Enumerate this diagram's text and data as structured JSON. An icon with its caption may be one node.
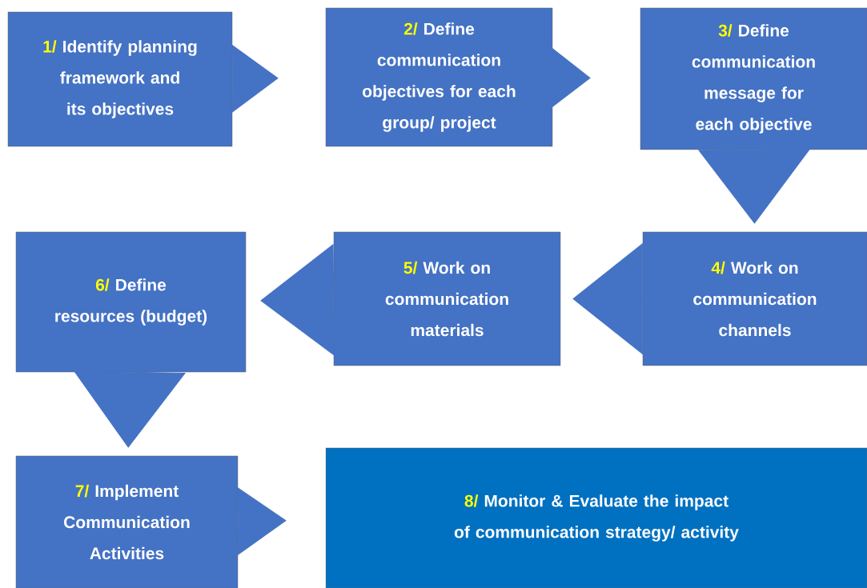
{
  "diagram": {
    "nodes": [
      {
        "text": [
          "1/",
          "Identify planning framework and its objectives"
        ]
      },
      {
        "text": [
          "2/",
          "Define communication objectives for each group/ project"
        ]
      },
      {
        "text": [
          "3/",
          "Define communication message for each objective"
        ]
      },
      {
        "text": [
          "4/",
          "Work on communication channels"
        ]
      },
      {
        "text": [
          "5/",
          "Work on communication materials"
        ]
      },
      {
        "text": [
          "6/",
          "Define resources (budget)"
        ]
      },
      {
        "text": [
          "7/",
          "Implement Communication Activities"
        ]
      },
      {
        "text": [
          "8/",
          "Monitor & Evaluate the impact of communication strategy/ activity"
        ]
      }
    ],
    "edges": [
      {
        "from": 0,
        "to": 1,
        "arrow": "to"
      },
      {
        "from": 1,
        "to": 2,
        "arrow": "to"
      },
      {
        "from": 2,
        "to": 3,
        "arrow": "to"
      },
      {
        "from": 3,
        "to": 4,
        "arrow": "to"
      },
      {
        "from": 4,
        "to": 5,
        "arrow": "to"
      },
      {
        "from": 5,
        "to": 6,
        "arrow": "to"
      },
      {
        "from": 6,
        "to": 7,
        "arrow": "to"
      }
    ]
  }
}
